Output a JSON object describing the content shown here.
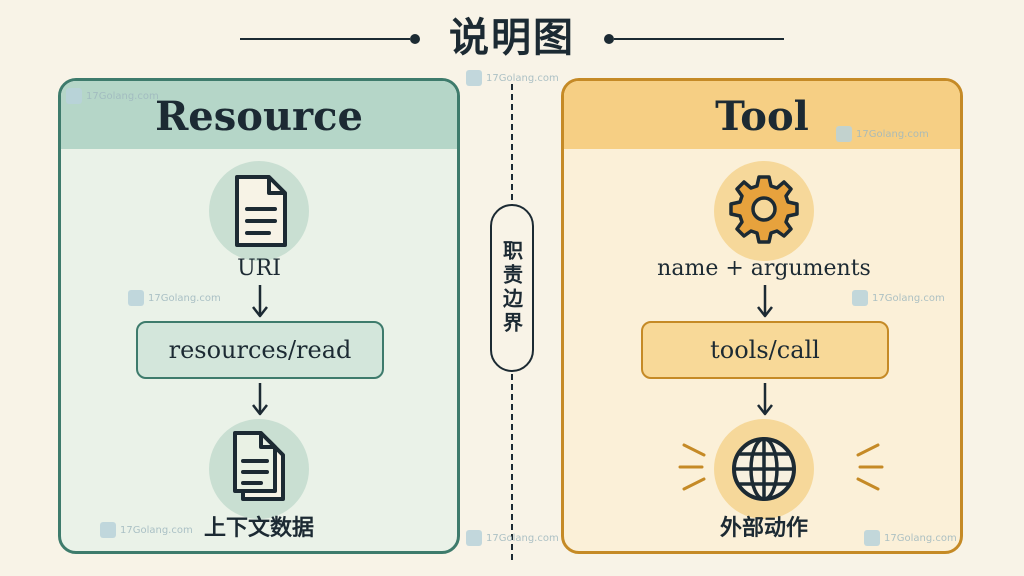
{
  "title": "说明图",
  "resource": {
    "heading": "Resource",
    "input_label": "URI",
    "method": "resources/read",
    "output_label": "上下文数据"
  },
  "divider": {
    "label": "职责边界"
  },
  "tool": {
    "heading": "Tool",
    "input_label": "name + arguments",
    "method": "tools/call",
    "output_label": "外部动作"
  },
  "watermark": {
    "text": "17Golang.com"
  },
  "colors": {
    "resource_accent": "#3e7b6c",
    "tool_accent": "#c58a26",
    "ink": "#1c2a33"
  },
  "icons": {
    "resource_input": "document-icon",
    "resource_output": "documents-stack-icon",
    "tool_input": "gear-icon",
    "tool_output": "globe-icon"
  }
}
